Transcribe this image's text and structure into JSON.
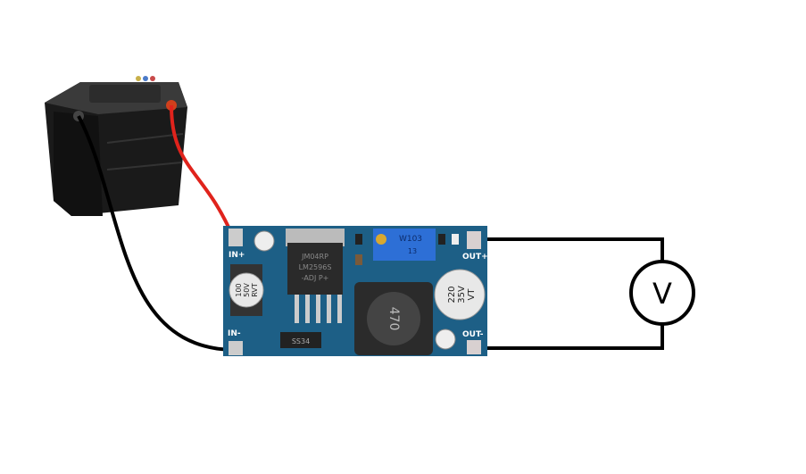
{
  "board": {
    "in_plus": "IN+",
    "in_minus": "IN-",
    "out_plus": "OUT+",
    "out_minus": "OUT-",
    "ic_line1": "JM04RP",
    "ic_line2": "LM2596S",
    "ic_line3": "-ADJ P+",
    "pot_label": "W103",
    "pot_sub": "13",
    "cap_in": [
      "100",
      "50V",
      "RVT"
    ],
    "cap_out": [
      "220",
      "35V",
      "VT"
    ],
    "inductor": "470",
    "diode": "SS34"
  },
  "voltmeter": {
    "label": "V"
  },
  "colors": {
    "board": "#1d5f86",
    "positive_wire": "#e0231c",
    "negative_wire": "#000000",
    "battery": "#1e1e1e"
  }
}
